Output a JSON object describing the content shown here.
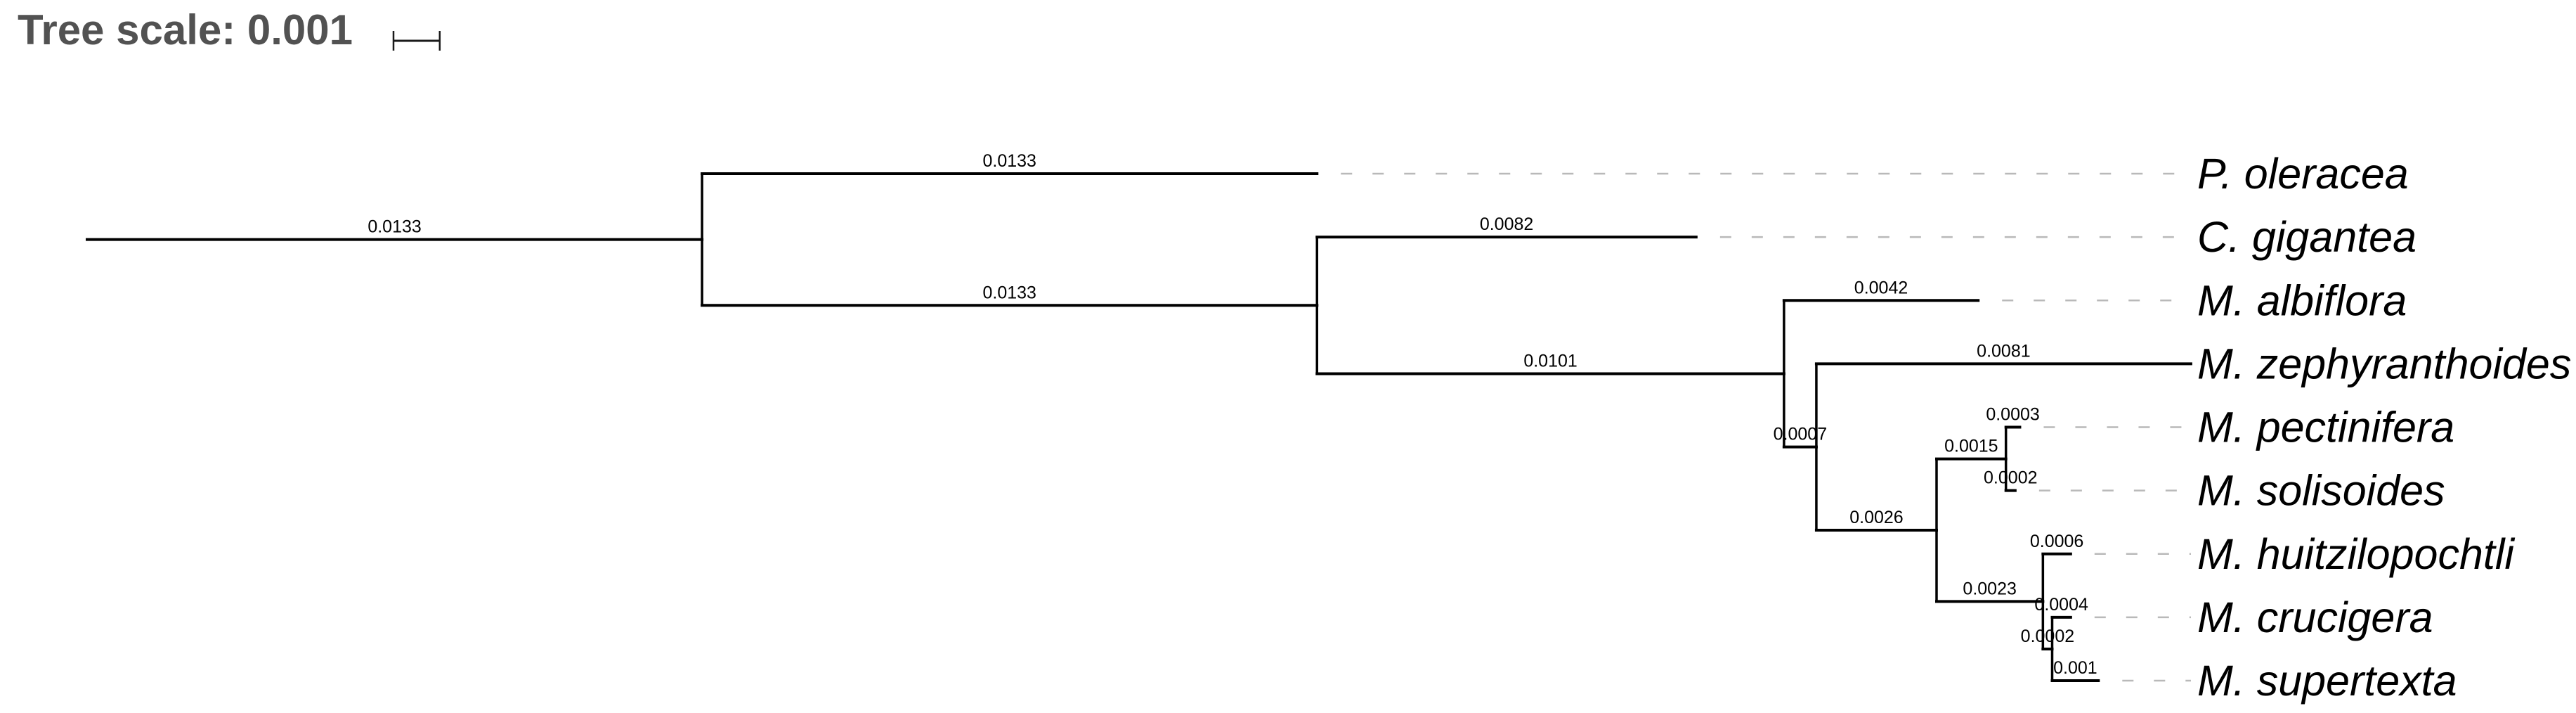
{
  "legend": {
    "label": "Tree scale: 0.001",
    "scale_value": 0.001
  },
  "colors": {
    "branch": "#000000",
    "branch_label": "#000000",
    "leaf_label": "#000000",
    "guide_dash": "#b9b9b9",
    "legend_text": "#525252",
    "scale_bar": "#1a1a1a",
    "background": "#ffffff"
  },
  "leaf_order": [
    "P. oleracea",
    "C. gigantea",
    "M. albiflora",
    "M. zephyranthoides",
    "M. pectinifera",
    "M. solisoides",
    "M. huitzilopochtli",
    "M. crucigera",
    "M. supertexta"
  ],
  "tree": {
    "label": "0.0133",
    "length": 0.0133,
    "children": [
      {
        "name": "P. oleracea",
        "label": "0.0133",
        "length": 0.0133
      },
      {
        "label": "0.0133",
        "length": 0.0133,
        "children": [
          {
            "name": "C. gigantea",
            "label": "0.0082",
            "length": 0.0082
          },
          {
            "label": "0.0101",
            "length": 0.0101,
            "children": [
              {
                "name": "M. albiflora",
                "label": "0.0042",
                "length": 0.0042
              },
              {
                "label": "0.0007",
                "length": 0.0007,
                "children": [
                  {
                    "name": "M. zephyranthoides",
                    "label": "0.0081",
                    "length": 0.0081
                  },
                  {
                    "label": "0.0026",
                    "length": 0.0026,
                    "children": [
                      {
                        "label": "0.0015",
                        "length": 0.0015,
                        "children": [
                          {
                            "name": "M. pectinifera",
                            "label": "0.0003",
                            "length": 0.0003
                          },
                          {
                            "name": "M. solisoides",
                            "label": "0.0002",
                            "length": 0.0002
                          }
                        ]
                      },
                      {
                        "label": "0.0023",
                        "length": 0.0023,
                        "children": [
                          {
                            "name": "M. huitzilopochtli",
                            "label": "0.0006",
                            "length": 0.0006
                          },
                          {
                            "label": "0.0002",
                            "length": 0.0002,
                            "children": [
                              {
                                "name": "M. crucigera",
                                "label": "0.0004",
                                "length": 0.0004
                              },
                              {
                                "name": "M. supertexta",
                                "label": "0.001",
                                "length": 0.001
                              }
                            ]
                          }
                        ]
                      }
                    ]
                  }
                ]
              }
            ]
          }
        ]
      }
    ]
  }
}
